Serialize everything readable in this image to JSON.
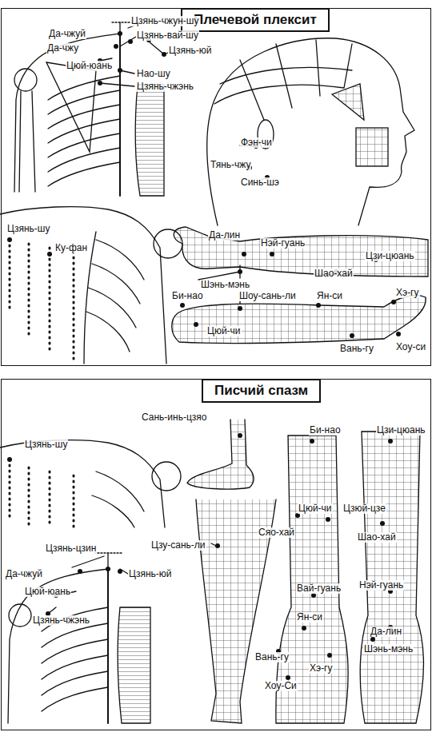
{
  "diagram": {
    "nodes": [
      {
        "text": [
          "Плечевой плексит"
        ]
      },
      {
        "text": [
          "Писчий спазм"
        ]
      }
    ],
    "labels": [
      "Цзянь-чжун-шу",
      "Да-чжуй",
      "Цзянь-вай-шу",
      "Да-чжу",
      "Цзянь-юй",
      "Цюй-юань",
      "Нао-шу",
      "Цзянь-чжэнь",
      "Фэн-чи",
      "Тянь-чжу",
      "Синь-шэ",
      "Цзянь-шу",
      "Ку-фан",
      "Да-лин",
      "Нэй-гуань",
      "Шао-хай",
      "Цзи-цюань",
      "Шэнь-мэнь",
      "Би-нао",
      "Шоу-сань-ли",
      "Ян-си",
      "Хэ-гу",
      "Цюй-чи",
      "Вань-гу",
      "Хоу-си",
      "Цзянь-шу",
      "Сань-инь-цзяо",
      "Би-нао",
      "Цзи-цюань",
      "Цюй-чи",
      "Цзюй-цзе",
      "Сяо-хай",
      "Шао-хай",
      "Цзу-сань-ли",
      "Цзянь-цзин",
      "Да-чжуй",
      "Цзянь-юй",
      "Цюй-юань",
      "Цзянь-чжэнь",
      "Вай-гуань",
      "Нэй-гуань",
      "Ян-си",
      "Да-лин",
      "Шэнь-мэнь",
      "Вань-гу",
      "Хэ-гу",
      "Хоу-Си"
    ]
  }
}
